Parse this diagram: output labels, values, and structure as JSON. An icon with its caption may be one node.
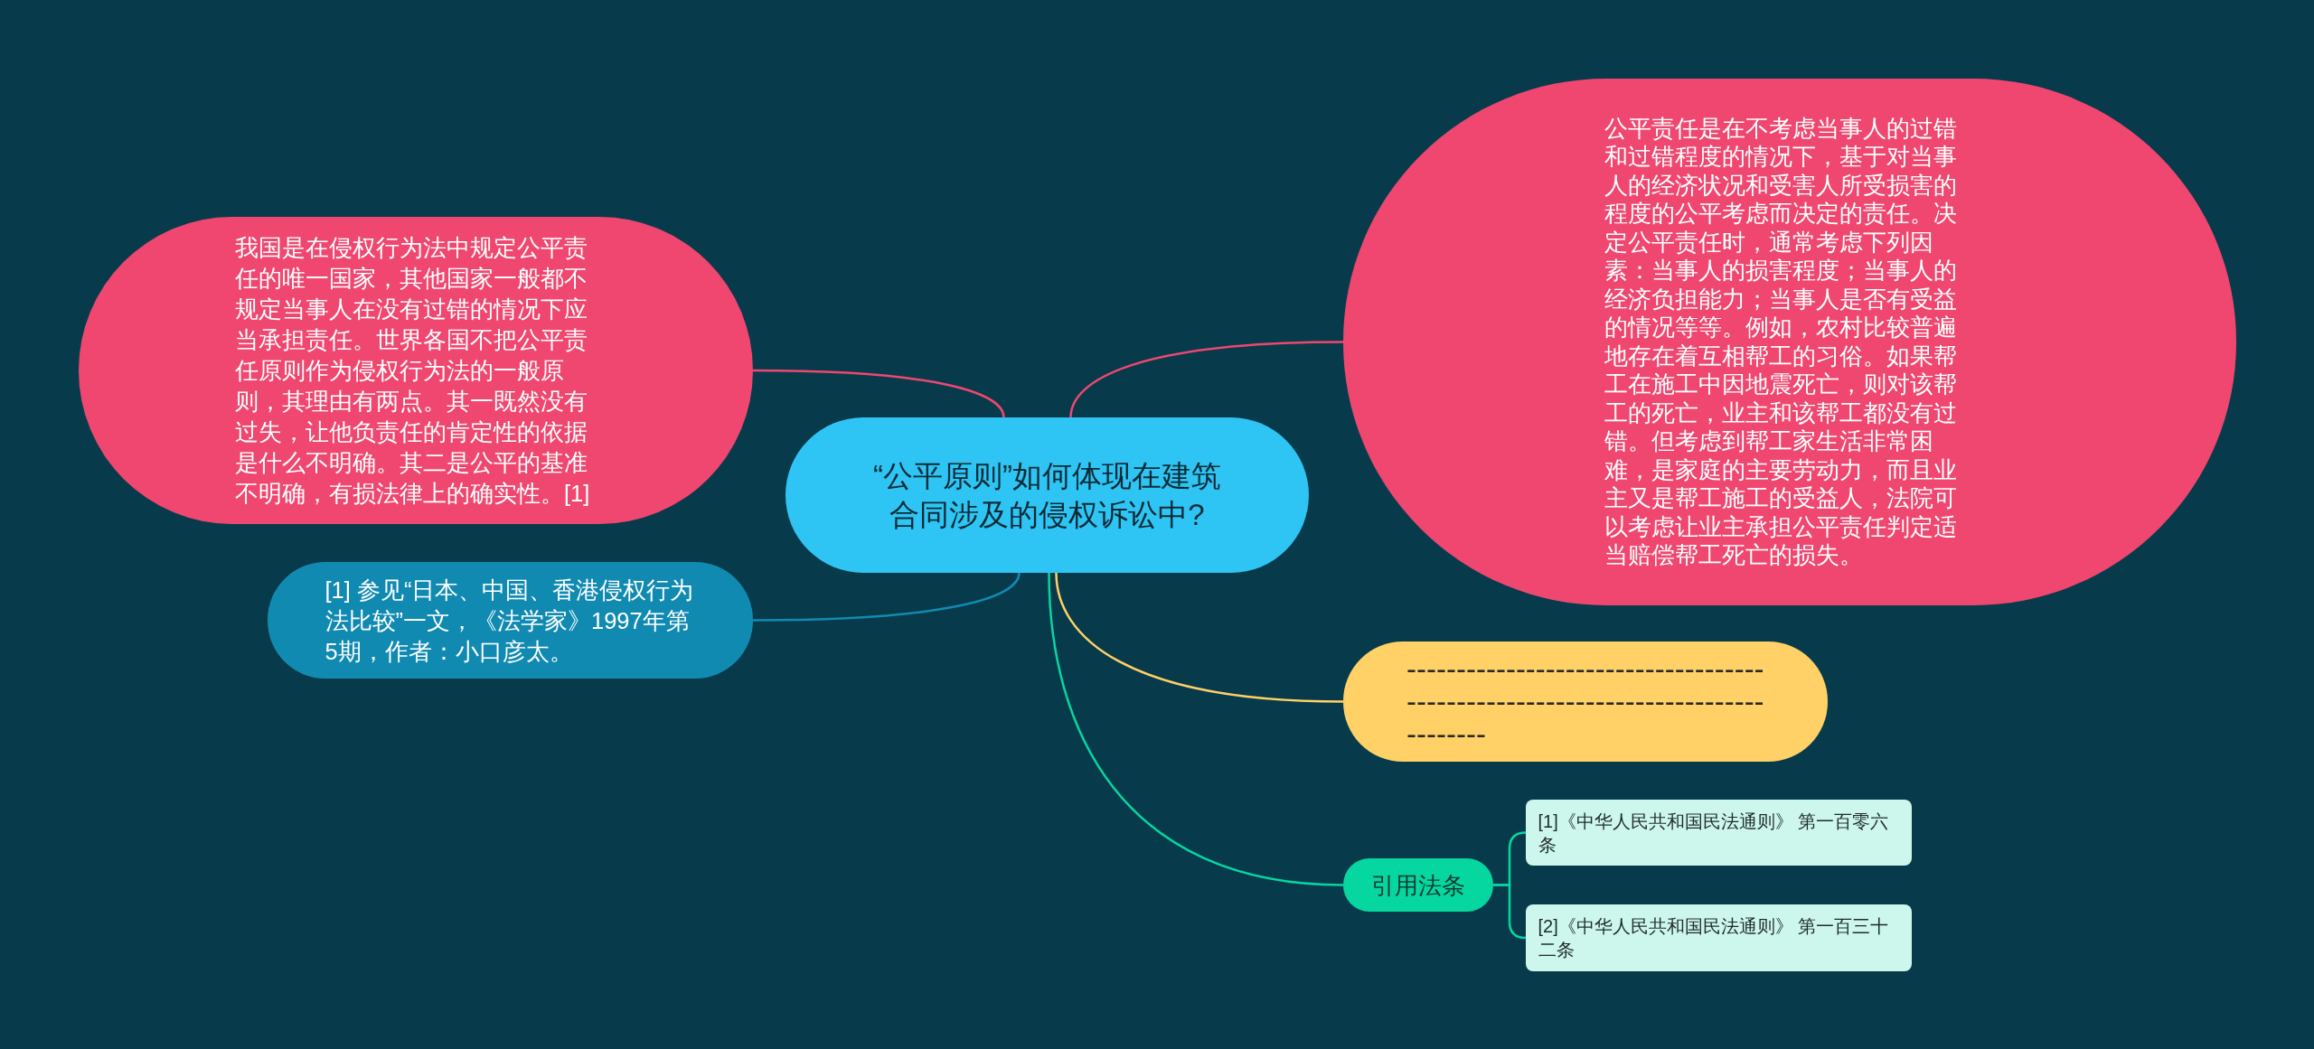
{
  "diagram": {
    "nodes": [
      {
        "text": [
          "“公平原则”如何体现在建筑合同涉及的侵权诉讼中?"
        ]
      },
      {
        "text": [
          "我国是在侵权行为法中规定公平责任的唯一国家，其他国家一般都不规定当事人在没有过错的情况下应当承担责任。世界各国不把公平责任原则作为侵权行为法的一般原则，其理由有两点。其一既然没有过失，让他负责任的肯定性的依据是什么不明确。其二是公平的基准不明确，有损法律上的确实性。[1]"
        ]
      },
      {
        "text": [
          "[1] 参见“日本、中国、香港侵权行为法比较”一文，《法学家》1997年第5期，作者：小口彦太。"
        ]
      },
      {
        "text": [
          "公平责任是在不考虑当事人的过错和过错程度的情况下，基于对当事人的经济状况和受害人所受损害的程度的公平考虑而决定的责任。决定公平责任时，通常考虑下列因素：当事人的损害程度；当事人的经济负担能力；当事人是否有受益的情况等等。例如，农村比较普遍地存在着互相帮工的习俗。如果帮工在施工中因地震死亡，则对该帮工的死亡，业主和该帮工都没有过错。但考虑到帮工家生活非常困难，是家庭的主要劳动力，而且业主又是帮工施工的受益人，法院可以考虑让业主承担公平责任判定适当赔偿帮工死亡的损失。"
        ]
      },
      {
        "text": [
          "--------------------------------------------------------------------------------"
        ]
      },
      {
        "text": [
          "引用法条"
        ]
      },
      {
        "text": [
          "[1]《中华人民共和国民法通则》 第一百零六条"
        ]
      },
      {
        "text": [
          "[2]《中华人民共和国民法通则》 第一百三十二条"
        ]
      }
    ],
    "edges": [
      {
        "from": 0,
        "to": 1,
        "arrow": "none",
        "color": "#ef476f"
      },
      {
        "from": 0,
        "to": 2,
        "arrow": "none",
        "color": "#118ab2"
      },
      {
        "from": 0,
        "to": 3,
        "arrow": "none",
        "color": "#ef476f"
      },
      {
        "from": 0,
        "to": 4,
        "arrow": "none",
        "color": "#ffd166"
      },
      {
        "from": 0,
        "to": 5,
        "arrow": "none",
        "color": "#06d6a0"
      },
      {
        "from": 5,
        "to": 6,
        "arrow": "none",
        "color": "#06d6a0"
      },
      {
        "from": 5,
        "to": 7,
        "arrow": "none",
        "color": "#06d6a0"
      }
    ]
  }
}
